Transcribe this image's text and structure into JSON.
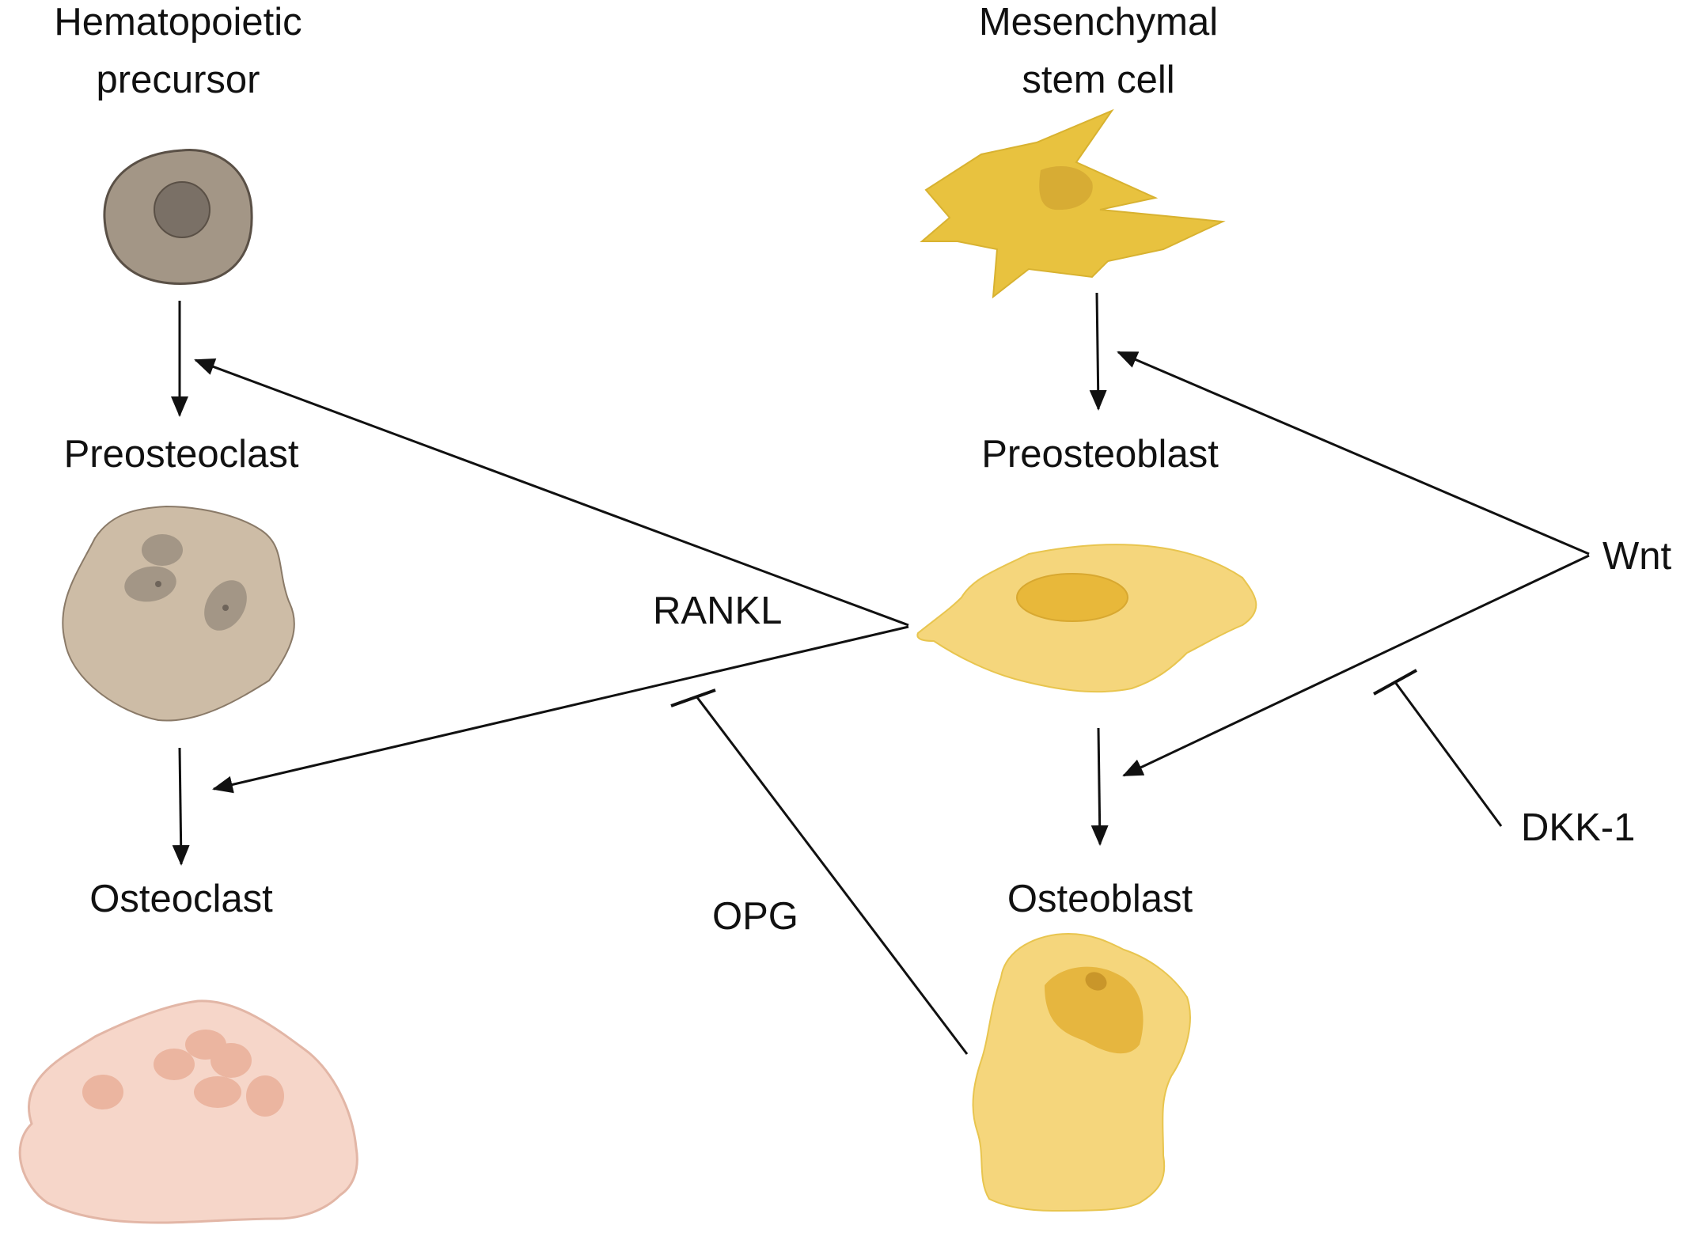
{
  "cells": {
    "hematopoietic": {
      "line1": "Hematopoietic",
      "line2": "precursor"
    },
    "preosteoclast": {
      "label": "Preosteoclast"
    },
    "osteoclast": {
      "label": "Osteoclast"
    },
    "mesenchymal": {
      "line1": "Mesenchymal",
      "line2": "stem cell"
    },
    "preosteoblast": {
      "label": "Preosteoblast"
    },
    "osteoblast": {
      "label": "Osteoblast"
    }
  },
  "factors": {
    "rankl": "RANKL",
    "opg": "OPG",
    "wnt": "Wnt",
    "dkk1": "DKK-1"
  }
}
